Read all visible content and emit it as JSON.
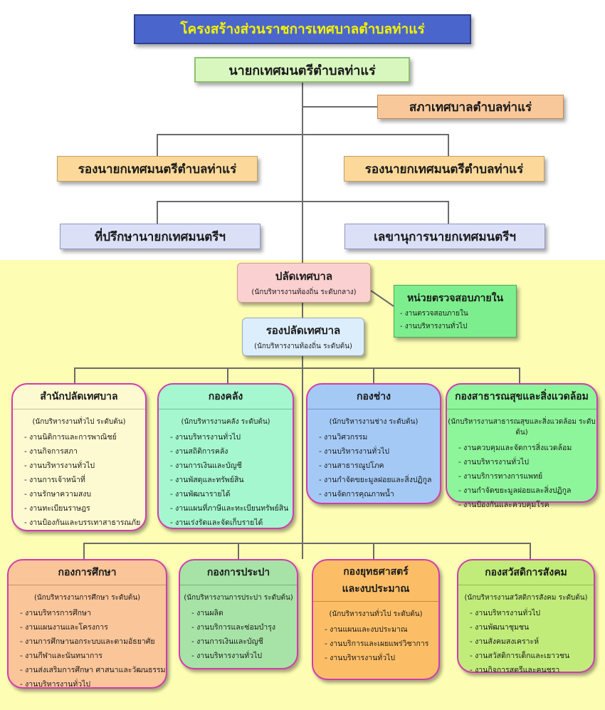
{
  "title": "โครงสร้างส่วนราชการเทศบาลตำบลท่าแร่",
  "mayor": "นายกเทศมนตรีตำบลท่าแร่",
  "council": "สภาเทศบาลตำบลท่าแร่",
  "deputy_mayors": [
    "รองนายกเทศมนตรีตำบลท่าแร่",
    "รองนายกเทศมนตรีตำบลท่าแร่"
  ],
  "advisor": "ที่ปรึกษานายกเทศมนตรีฯ",
  "secretary": "เลขานุการนายกเทศมนตรีฯ",
  "clerk": {
    "title": "ปลัดเทศบาล",
    "sub": "(นักบริหารงานท้องถิ่น ระดับกลาง)"
  },
  "deputy_clerk": {
    "title": "รองปลัดเทศบาล",
    "sub": "(นักบริหารงานท้องถิ่น ระดับต้น)"
  },
  "audit": {
    "title": "หน่วยตรวจสอบภายใน",
    "items": [
      "งานตรวจสอบภายใน",
      "งานบริหารงานทั่วไป"
    ]
  },
  "departments_row1": [
    {
      "title": "สำนักปลัดเทศบาล",
      "sub": "(นักบริหารงานทั่วไป ระดับต้น)",
      "items": [
        "งานนิติการและการพาณิชย์",
        "งานกิจการสภา",
        "งานบริหารงานทั่วไป",
        "งานการเจ้าหน้าที่",
        "งานรักษาความสงบ",
        "งานทะเบียนราษฎร",
        "งานป้องกันและบรรเทาสาธารณภัย"
      ]
    },
    {
      "title": "กองคลัง",
      "sub": "(นักบริหารงานคลัง ระดับต้น)",
      "items": [
        "งานบริหารงานทั่วไป",
        "งานสถิติการคลัง",
        "งานการเงินและบัญชี",
        "งานพัสดุและทรัพย์สิน",
        "งานพัฒนารายได้",
        "งานแผนที่ภาษีและทะเบียนทรัพย์สิน",
        "งานเร่งรัดและจัดเก็บรายได้"
      ]
    },
    {
      "title": "กองช่าง",
      "sub": "(นักบริหารงานช่าง ระดับต้น)",
      "items": [
        "งานวิศวกรรม",
        "งานบริหารงานทั่วไป",
        "งานสาธารณูปโภค",
        "งานกำจัดขยะมูลฝอยและสิ่งปฏิกูล",
        "งานจัดการคุณภาพน้ำ"
      ]
    },
    {
      "title": "กองสาธารณสุขและสิ่งแวดล้อม",
      "sub": "(นักบริหารงานสาธารณสุขและสิ่งแวดล้อม ระดับต้น)",
      "items": [
        "งานควบคุมและจัดการสิ่งแวดล้อม",
        "งานบริหารงานทั่วไป",
        "งานบริการทางการแพทย์",
        "งานกำจัดขยะมูลฝอยและสิ่งปฏิกูล",
        "งานป้องกันและควบคุมโรค"
      ]
    }
  ],
  "departments_row2": [
    {
      "title": "กองการศึกษา",
      "sub": "(นักบริหารงานการศึกษา ระดับต้น)",
      "items": [
        "งานบริหารการศึกษา",
        "งานแผนงานและโครงการ",
        "งานการศึกษานอกระบบและตามอัธยาศัย",
        "งานกีฬาและนันทนาการ",
        "งานส่งเสริมการศึกษา ศาสนาและวัฒนธรรม",
        "งานบริหารงานทั่วไป"
      ]
    },
    {
      "title": "กองการประปา",
      "sub": "(นักบริหารงานการประปา ระดับต้น)",
      "items": [
        "งานผลิต",
        "งานบริการและซ่อมบำรุง",
        "งานการเงินและบัญชี",
        "งานบริหารงานทั่วไป"
      ]
    },
    {
      "title": "กองยุทธศาสตร์",
      "title2": "และงบประมาณ",
      "sub": "(นักบริหารงานทั่วไป ระดับต้น)",
      "items": [
        "งานแผนและงบประมาณ",
        "งานบริการและเผยแพร่วิชาการ",
        "งานบริหารงานทั่วไป"
      ]
    },
    {
      "title": "กองสวัสดิการสังคม",
      "sub": "(นักบริหารงานสวัสดิการสังคม ระดับต้น)",
      "items": [
        "งานบริหารงานทั่วไป",
        "งานพัฒนาชุมชน",
        "งานสังคมสงเคราะห์",
        "งานสวัสดิการเด็กและเยาวชน",
        "งานกิจการสตรีและคนชรา"
      ]
    }
  ],
  "colors": {
    "row1": [
      "#fdf9d0",
      "#a5f7cf",
      "#a4c9f5",
      "#8df59a"
    ],
    "row1_border": [
      "#c3c09a",
      "#6cc39d",
      "#6f97c7",
      "#5dbb6a"
    ],
    "row2": [
      "#f9c599",
      "#a7e3a7",
      "#fbbe66",
      "#c1ec7a"
    ],
    "row2_border": [
      "#c7936b",
      "#74b274",
      "#c48a35",
      "#8ebd4c"
    ],
    "dept_border": "#d23bb0"
  }
}
